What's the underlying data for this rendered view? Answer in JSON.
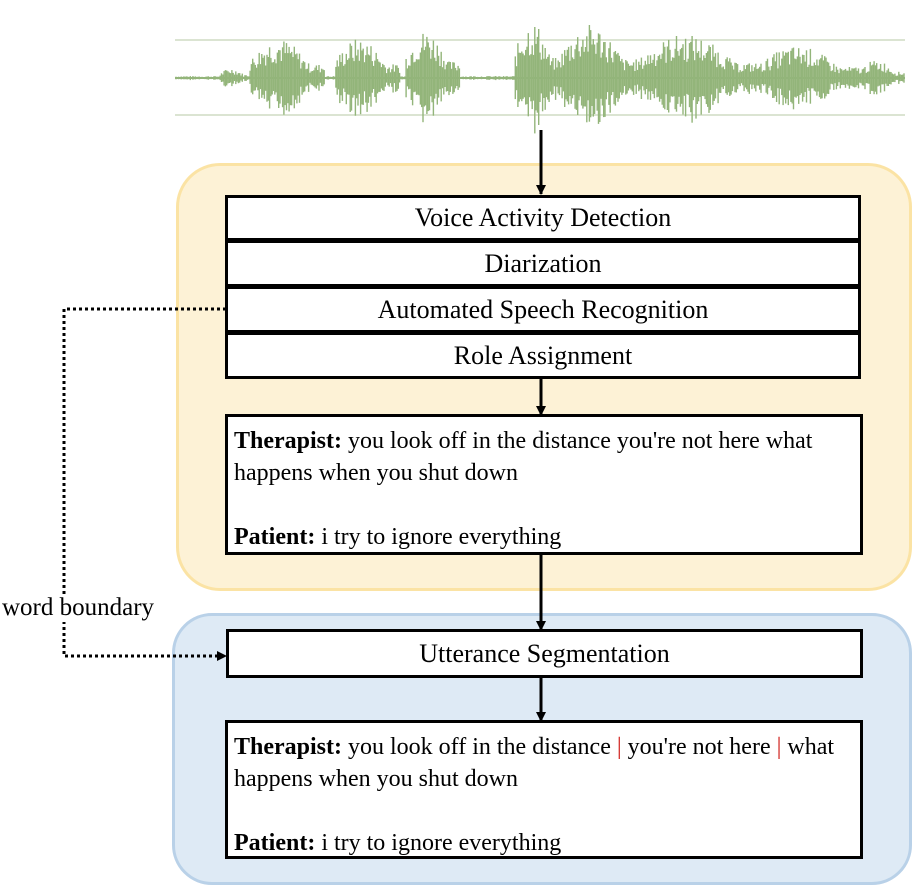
{
  "pipeline": {
    "stages": [
      {
        "label": "Voice Activity Detection"
      },
      {
        "label": "Diarization"
      },
      {
        "label": "Automated Speech Recognition"
      },
      {
        "label": "Role Assignment"
      }
    ]
  },
  "transcript_raw": {
    "therapist_label": "Therapist:",
    "therapist_text": "you look off in the distance you're not here what happens when you shut down",
    "patient_label": "Patient:",
    "patient_text": "i try to ignore everything"
  },
  "segmentation": {
    "label": "Utterance Segmentation"
  },
  "transcript_segmented": {
    "therapist_label": "Therapist:",
    "segment_1": "you look off in the distance",
    "separator": "|",
    "segment_2": "you're not here",
    "segment_3": "what happens when you shut down",
    "patient_label": "Patient:",
    "patient_text": "i try to ignore everything"
  },
  "side_link": {
    "label": "word boundary"
  },
  "colors": {
    "waveform": "#93b57a",
    "separator": "#d0211c",
    "orange_panel_fill": "#fdf2d6",
    "orange_panel_border": "#fbe3a4",
    "blue_panel_fill": "#deeaf5",
    "blue_panel_border": "#b9d1e8"
  }
}
